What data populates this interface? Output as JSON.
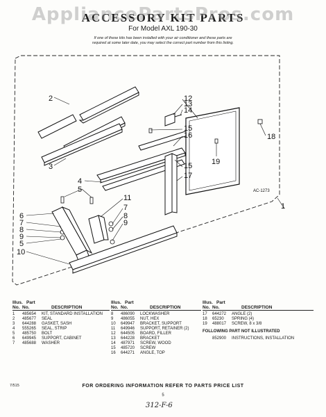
{
  "watermark": "AppliancePartsPros.com",
  "title": "ACCESSORY KIT PARTS",
  "model": "For Model AXL 190-30",
  "note_line1": "If one of these kits has been installed with your air conditioner and these parts are",
  "note_line2": "required at some later date, you may select the correct part number from this listing.",
  "diagram_code": "AC-1273",
  "callouts": [
    "1",
    "2",
    "3",
    "4",
    "5",
    "6",
    "7",
    "8",
    "9",
    "5",
    "10",
    "11",
    "7",
    "8",
    "9",
    "12",
    "13",
    "14",
    "15",
    "16",
    "15",
    "17",
    "18",
    "19"
  ],
  "headers": {
    "illus": "Illus.",
    "part": "Part",
    "no": "No.",
    "no2": "No.",
    "description": "DESCRIPTION"
  },
  "table": {
    "col1": [
      {
        "illus": "1",
        "part": "485654",
        "desc": "KIT, STANDARD INSTALLATION"
      },
      {
        "illus": "2",
        "part": "485677",
        "desc": "SEAL"
      },
      {
        "illus": "3",
        "part": "644288",
        "desc": "GASKET, SASH"
      },
      {
        "illus": "4",
        "part": "555265",
        "desc": "SEAL, STRIP"
      },
      {
        "illus": "5",
        "part": "485750",
        "desc": "BOLT"
      },
      {
        "illus": "6",
        "part": "649945",
        "desc": "SUPPORT, CABINET"
      },
      {
        "illus": "7",
        "part": "485688",
        "desc": "WASHER"
      }
    ],
    "col2": [
      {
        "illus": "8",
        "part": "486090",
        "desc": "LOCKWASHER"
      },
      {
        "illus": "9",
        "part": "486055",
        "desc": "NUT, HEX"
      },
      {
        "illus": "10",
        "part": "649947",
        "desc": "BRACKET, SUPPORT"
      },
      {
        "illus": "11",
        "part": "649946",
        "desc": "SUPPORT, RETAINER (2)"
      },
      {
        "illus": "12",
        "part": "644505",
        "desc": "BOARD, FILLER"
      },
      {
        "illus": "13",
        "part": "644228",
        "desc": "BRACKET"
      },
      {
        "illus": "14",
        "part": "487971",
        "desc": "SCREW, WOOD"
      },
      {
        "illus": "15",
        "part": "485720",
        "desc": "SCREW"
      },
      {
        "illus": "16",
        "part": "644271",
        "desc": "ANGLE, TOP"
      }
    ],
    "col3": [
      {
        "illus": "17",
        "part": "644272",
        "desc": "ANGLE (2)"
      },
      {
        "illus": "18",
        "part": "65230",
        "desc": "SPRING (4)"
      },
      {
        "illus": "19",
        "part": "488017",
        "desc": "SCREW, 8 x 3/8"
      }
    ],
    "not_illustrated_label": "FOLLOWING PART NOT ILLUSTRATED",
    "not_illustrated": {
      "part": "852900",
      "desc": "INSTRUCTIONS, INSTALLATION"
    }
  },
  "footer": "FOR ORDERING INFORMATION REFER TO PARTS PRICE LIST",
  "page_number": "5",
  "date_code": "7/515",
  "handwritten": "312-F-6"
}
